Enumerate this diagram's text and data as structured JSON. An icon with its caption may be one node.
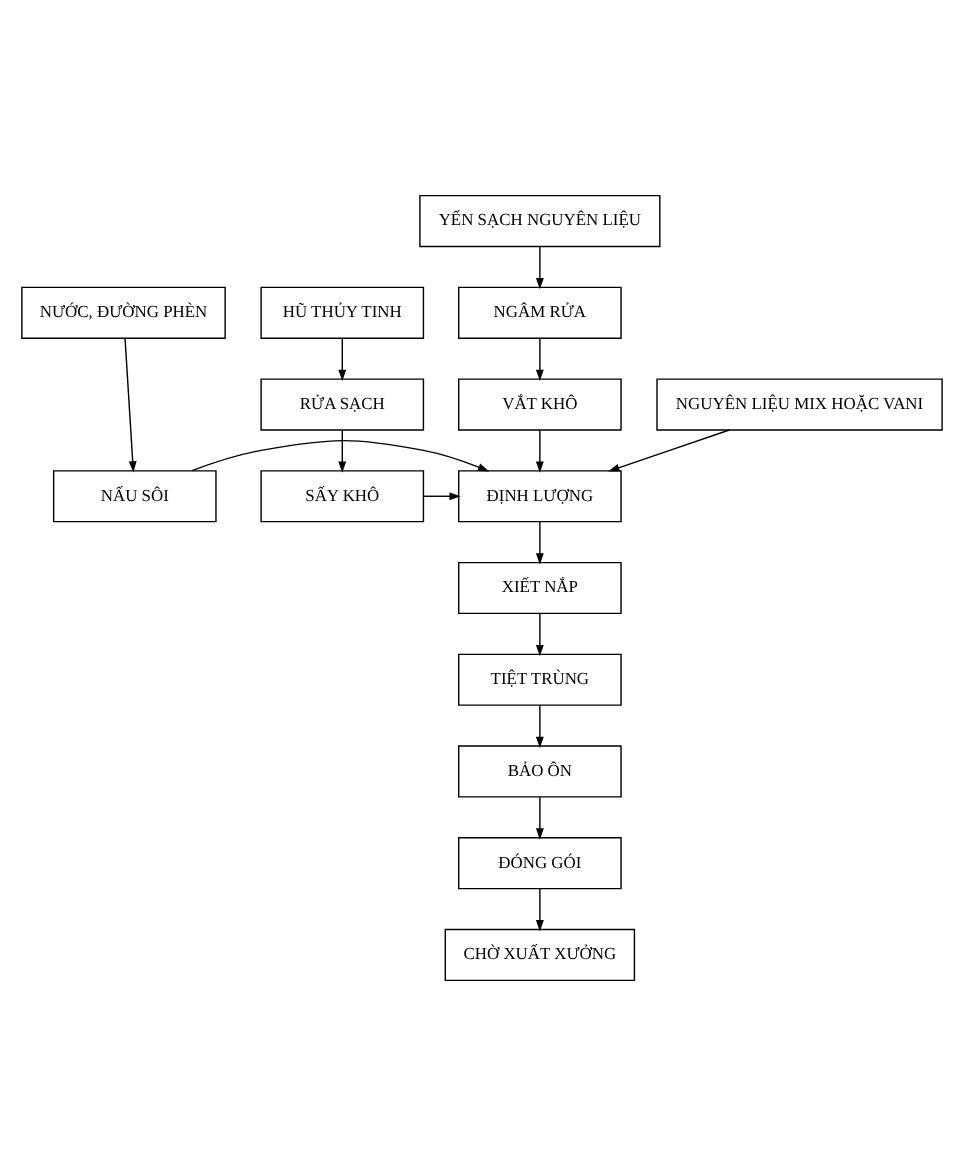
{
  "diagram": {
    "nodes": [
      {
        "text": [
          "YẾN SẠCH NGUYÊN LIỆU"
        ]
      },
      {
        "text": [
          "NƯỚC, ĐƯỜNG PHÈN"
        ]
      },
      {
        "text": [
          "NGÂM RỬA"
        ]
      },
      {
        "text": [
          "HŨ THỦY TINH"
        ]
      },
      {
        "text": [
          "NGUYÊN LIỆU MIX HOẶC VANI"
        ]
      },
      {
        "text": [
          "VẮT KHÔ"
        ]
      },
      {
        "text": [
          "RỬA SẠCH"
        ]
      },
      {
        "text": [
          "NẤU SÔI"
        ]
      },
      {
        "text": [
          "ĐỊNH LƯỢNG"
        ]
      },
      {
        "text": [
          "SẤY KHÔ"
        ]
      },
      {
        "text": [
          "XIẾT NẮP"
        ]
      },
      {
        "text": [
          "TIỆT TRÙNG"
        ]
      },
      {
        "text": [
          "BẢO ÔN"
        ]
      },
      {
        "text": [
          "ĐÓNG GÓI"
        ]
      },
      {
        "text": [
          "CHỜ XUẤT XƯỞNG"
        ]
      }
    ],
    "edges": [
      {
        "from": 0,
        "to": 2,
        "arrow": "to"
      },
      {
        "from": 2,
        "to": 5,
        "arrow": "to"
      },
      {
        "from": 5,
        "to": 8,
        "arrow": "to"
      },
      {
        "from": 1,
        "to": 7,
        "arrow": "to"
      },
      {
        "from": 3,
        "to": 6,
        "arrow": "to"
      },
      {
        "from": 6,
        "to": 9,
        "arrow": "to"
      },
      {
        "from": 7,
        "to": 8,
        "arrow": "to"
      },
      {
        "from": 4,
        "to": 8,
        "arrow": "to"
      },
      {
        "from": 9,
        "to": 8,
        "arrow": "to"
      },
      {
        "from": 8,
        "to": 10,
        "arrow": "to"
      },
      {
        "from": 10,
        "to": 11,
        "arrow": "to"
      },
      {
        "from": 11,
        "to": 12,
        "arrow": "to"
      },
      {
        "from": 12,
        "to": 13,
        "arrow": "to"
      },
      {
        "from": 13,
        "to": 14,
        "arrow": "to"
      }
    ]
  }
}
